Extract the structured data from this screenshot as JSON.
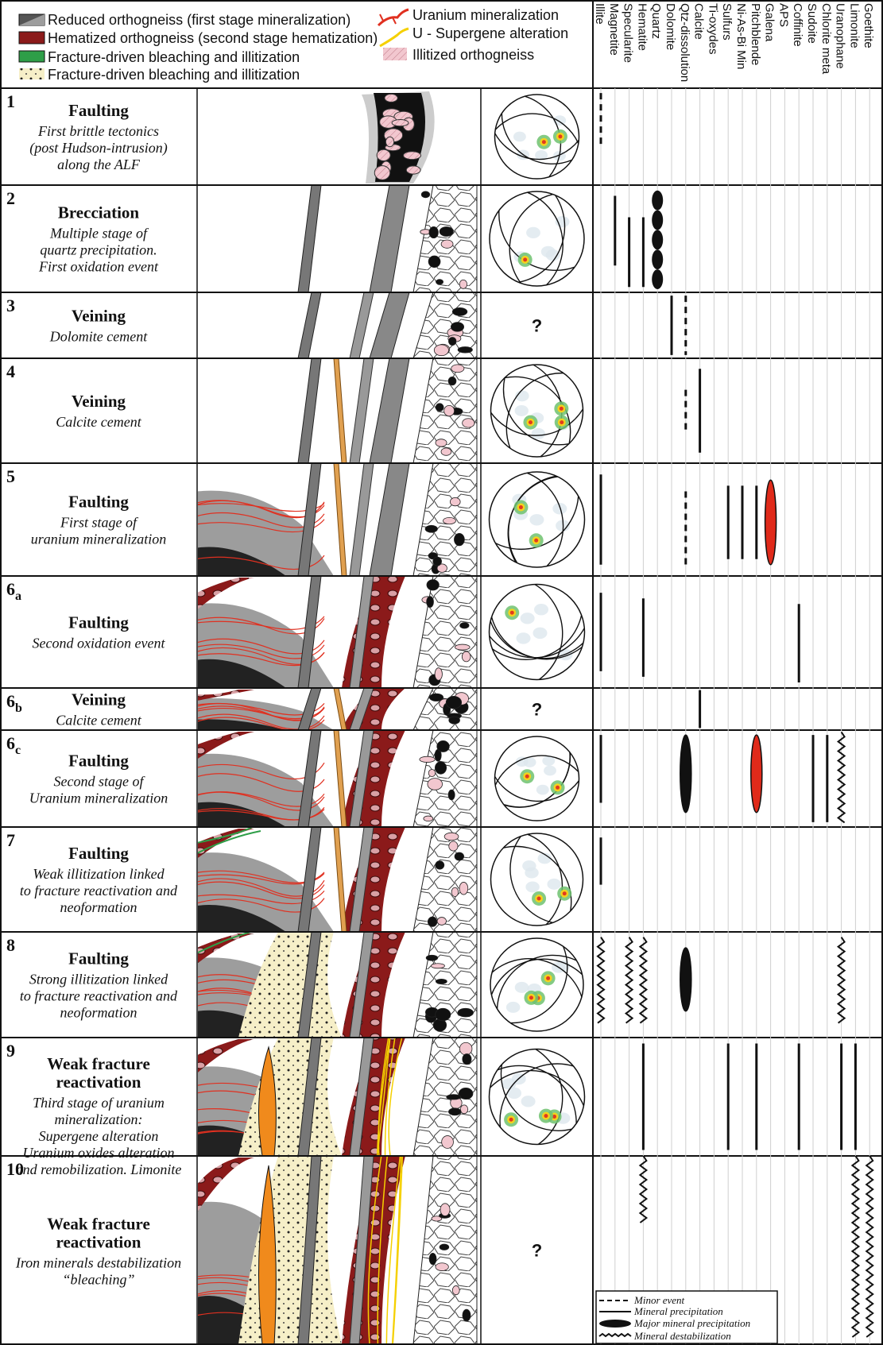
{
  "legend": {
    "items": [
      {
        "swatch": "reduced",
        "label": "Reduced orthogneiss (first stage mineralization)"
      },
      {
        "swatch": "hematized",
        "label": "Hematized orthogneiss (second stage hematization)"
      },
      {
        "swatch": "bleach-green",
        "label": "Fracture-driven bleaching and illitization"
      },
      {
        "swatch": "bleach-dots",
        "label": "Fracture-driven bleaching and illitization"
      },
      {
        "swatch": "uranium",
        "label": "Uranium mineralization"
      },
      {
        "swatch": "supergene",
        "label": "U - Supergene alteration"
      },
      {
        "swatch": "illitized",
        "label": "Illitized orthogneiss"
      }
    ]
  },
  "minerals": [
    "Illite",
    "Magnetite",
    "Specularite",
    "Hematite",
    "Quartz",
    "Dolomite",
    "Qtz-dissolution",
    "Calcite",
    "Ti-oxydes",
    "Sulfurs",
    "Ni-As-Bi Min",
    "Pitchblende",
    "Galena",
    "APS",
    "Coffinite",
    "Sudoite",
    "Chlorite meta",
    "Uranophane",
    "Limonite",
    "Goethite"
  ],
  "stages": [
    {
      "num": "1",
      "sub": "",
      "title": "Faulting",
      "desc": [
        "First brittle tectonics",
        "(post Hudson-intrusion)",
        "along the ALF"
      ],
      "stereo": true
    },
    {
      "num": "2",
      "sub": "",
      "title": "Brecciation",
      "desc": [
        "Multiple stage of",
        "quartz precipitation.",
        "First oxidation event"
      ],
      "stereo": true
    },
    {
      "num": "3",
      "sub": "",
      "title": "Veining",
      "desc": [
        "Dolomite cement"
      ],
      "stereo": false
    },
    {
      "num": "4",
      "sub": "",
      "title": "Veining",
      "desc": [
        "Calcite cement"
      ],
      "stereo": true
    },
    {
      "num": "5",
      "sub": "",
      "title": "Faulting",
      "desc": [
        "First stage of",
        "uranium mineralization"
      ],
      "stereo": true
    },
    {
      "num": "6",
      "sub": "a",
      "title": "Faulting",
      "desc": [
        "Second oxidation event"
      ],
      "stereo": true
    },
    {
      "num": "6",
      "sub": "b",
      "title": "Veining",
      "desc": [
        "Calcite cement"
      ],
      "stereo": false
    },
    {
      "num": "6",
      "sub": "c",
      "title": "Faulting",
      "desc": [
        "Second stage of",
        "Uranium mineralization"
      ],
      "stereo": true
    },
    {
      "num": "7",
      "sub": "",
      "title": "Faulting",
      "desc": [
        "Weak illitization linked",
        "to fracture reactivation and",
        "neoformation"
      ],
      "stereo": true
    },
    {
      "num": "8",
      "sub": "",
      "title": "Faulting",
      "desc": [
        "Strong illitization linked",
        "to fracture reactivation and",
        "neoformation"
      ],
      "stereo": true
    },
    {
      "num": "9",
      "sub": "",
      "title": "Weak fracture reactivation",
      "desc": [
        "Third stage of uranium",
        "mineralization:",
        "Supergene alteration",
        "Uranium oxides alteration",
        "and remobilization. Limonite"
      ],
      "stereo": true
    },
    {
      "num": "10",
      "sub": "",
      "title": "Weak fracture reactivation",
      "desc": [
        "Iron minerals destabilization",
        "“bleaching”"
      ],
      "stereo": false
    }
  ],
  "question_mark": "?",
  "key": {
    "minor": "Minor event",
    "precip": "Mineral precipitation",
    "major": "Major mineral precipitation",
    "destab": "Mineral destabilization"
  },
  "colors": {
    "hematite_red": "#8b1a1a",
    "uranium_red": "#e03020",
    "supergene_orange": "#f08a1c",
    "pink": "#f2c7cf",
    "reduced_gray": "#9d9d9d",
    "bleach_yellow": "#f6efc8",
    "illite_green": "#2e9e48"
  },
  "paragenesis": [
    {
      "stage": 0,
      "marks": [
        {
          "mineral": 0,
          "kind": "dash",
          "from": 0.05,
          "to": 0.6
        }
      ]
    },
    {
      "stage": 1,
      "marks": [
        {
          "mineral": 1,
          "kind": "solid",
          "from": 0.1,
          "to": 0.75
        },
        {
          "mineral": 2,
          "kind": "solid",
          "from": 0.3,
          "to": 0.95
        },
        {
          "mineral": 3,
          "kind": "solid",
          "from": 0.3,
          "to": 0.95
        },
        {
          "mineral": 4,
          "kind": "beads",
          "from": 0.05,
          "to": 0.97
        }
      ]
    },
    {
      "stage": 2,
      "marks": [
        {
          "mineral": 5,
          "kind": "solid",
          "from": 0.05,
          "to": 0.95
        },
        {
          "mineral": 6,
          "kind": "dash",
          "from": 0.05,
          "to": 0.95
        }
      ]
    },
    {
      "stage": 3,
      "marks": [
        {
          "mineral": 6,
          "kind": "dash",
          "from": 0.3,
          "to": 0.7
        },
        {
          "mineral": 7,
          "kind": "solid",
          "from": 0.1,
          "to": 0.9
        }
      ]
    },
    {
      "stage": 4,
      "marks": [
        {
          "mineral": 0,
          "kind": "solid",
          "from": 0.1,
          "to": 0.9
        },
        {
          "mineral": 6,
          "kind": "dash",
          "from": 0.25,
          "to": 0.9
        },
        {
          "mineral": 9,
          "kind": "solid",
          "from": 0.2,
          "to": 0.85
        },
        {
          "mineral": 10,
          "kind": "solid",
          "from": 0.2,
          "to": 0.85
        },
        {
          "mineral": 11,
          "kind": "solid",
          "from": 0.2,
          "to": 0.85
        },
        {
          "mineral": 12,
          "kind": "ellipse-red",
          "from": 0.15,
          "to": 0.9
        }
      ]
    },
    {
      "stage": 5,
      "marks": [
        {
          "mineral": 0,
          "kind": "solid",
          "from": 0.15,
          "to": 0.85
        },
        {
          "mineral": 3,
          "kind": "solid",
          "from": 0.2,
          "to": 0.9
        },
        {
          "mineral": 14,
          "kind": "solid",
          "from": 0.25,
          "to": 0.95
        }
      ]
    },
    {
      "stage": 6,
      "marks": [
        {
          "mineral": 7,
          "kind": "solid",
          "from": 0.05,
          "to": 0.95
        }
      ]
    },
    {
      "stage": 7,
      "marks": [
        {
          "mineral": 0,
          "kind": "solid",
          "from": 0.05,
          "to": 0.75
        },
        {
          "mineral": 6,
          "kind": "ellipse-black",
          "from": 0.05,
          "to": 0.85
        },
        {
          "mineral": 11,
          "kind": "ellipse-red",
          "from": 0.05,
          "to": 0.85
        },
        {
          "mineral": 15,
          "kind": "solid",
          "from": 0.05,
          "to": 0.95
        },
        {
          "mineral": 16,
          "kind": "solid",
          "from": 0.05,
          "to": 0.95
        },
        {
          "mineral": 17,
          "kind": "zigzag",
          "from": 0.02,
          "to": 0.95
        }
      ]
    },
    {
      "stage": 8,
      "marks": [
        {
          "mineral": 0,
          "kind": "solid",
          "from": 0.1,
          "to": 0.55
        }
      ]
    },
    {
      "stage": 9,
      "marks": [
        {
          "mineral": 0,
          "kind": "zigzag",
          "from": 0.05,
          "to": 0.85
        },
        {
          "mineral": 2,
          "kind": "zigzag",
          "from": 0.05,
          "to": 0.85
        },
        {
          "mineral": 3,
          "kind": "zigzag",
          "from": 0.05,
          "to": 0.85
        },
        {
          "mineral": 6,
          "kind": "ellipse-black",
          "from": 0.15,
          "to": 0.75
        },
        {
          "mineral": 17,
          "kind": "zigzag",
          "from": 0.05,
          "to": 0.85
        }
      ]
    },
    {
      "stage": 10,
      "marks": [
        {
          "mineral": 3,
          "kind": "solid",
          "from": 0.05,
          "to": 0.95
        },
        {
          "mineral": 9,
          "kind": "solid",
          "from": 0.05,
          "to": 0.95
        },
        {
          "mineral": 11,
          "kind": "solid",
          "from": 0.05,
          "to": 0.95
        },
        {
          "mineral": 14,
          "kind": "solid",
          "from": 0.05,
          "to": 0.95
        },
        {
          "mineral": 17,
          "kind": "solid",
          "from": 0.05,
          "to": 0.95
        },
        {
          "mineral": 18,
          "kind": "solid",
          "from": 0.05,
          "to": 0.95
        }
      ]
    },
    {
      "stage": 11,
      "marks": [
        {
          "mineral": 3,
          "kind": "zigzag",
          "from": 0.0,
          "to": 0.35
        },
        {
          "mineral": 18,
          "kind": "zigzag",
          "from": 0.0,
          "to": 0.95
        },
        {
          "mineral": 19,
          "kind": "zigzag",
          "from": 0.0,
          "to": 0.95
        }
      ]
    }
  ]
}
